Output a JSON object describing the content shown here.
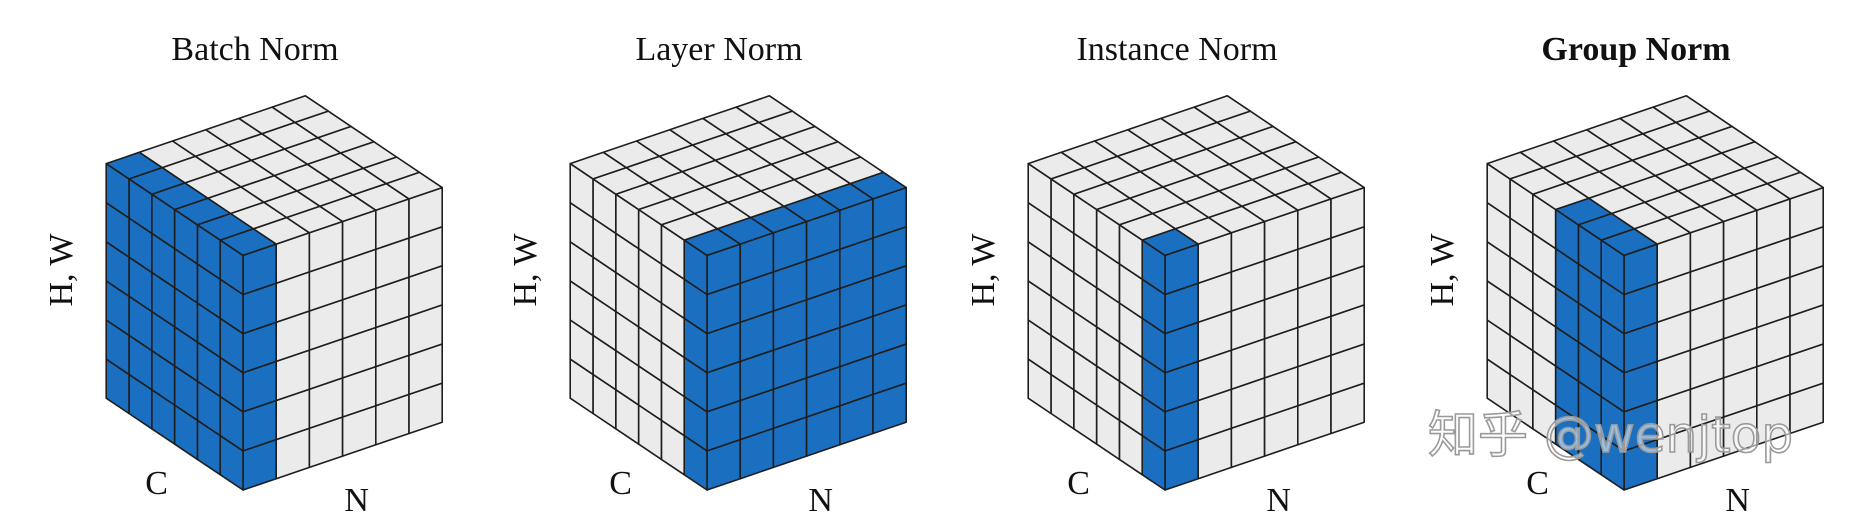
{
  "colors": {
    "highlight": "#1a6fc0",
    "cell": "#ebebeb",
    "stroke": "#1e1e1e"
  },
  "grid": {
    "N": 6,
    "C": 6,
    "HW": 6
  },
  "panels": [
    {
      "title": "Batch Norm",
      "bold": false,
      "highlight": "batch",
      "labels": {
        "hw": "H, W",
        "c": "C",
        "n": "N"
      }
    },
    {
      "title": "Layer Norm",
      "bold": false,
      "highlight": "layer",
      "labels": {
        "hw": "H, W",
        "c": "C",
        "n": "N"
      }
    },
    {
      "title": "Instance Norm",
      "bold": false,
      "highlight": "instance",
      "labels": {
        "hw": "H, W",
        "c": "C",
        "n": "N"
      }
    },
    {
      "title": "Group Norm",
      "bold": true,
      "highlight": "group",
      "labels": {
        "hw": "H, W",
        "c": "C",
        "n": "N"
      }
    }
  ],
  "watermark": "知乎 @wenjtop"
}
